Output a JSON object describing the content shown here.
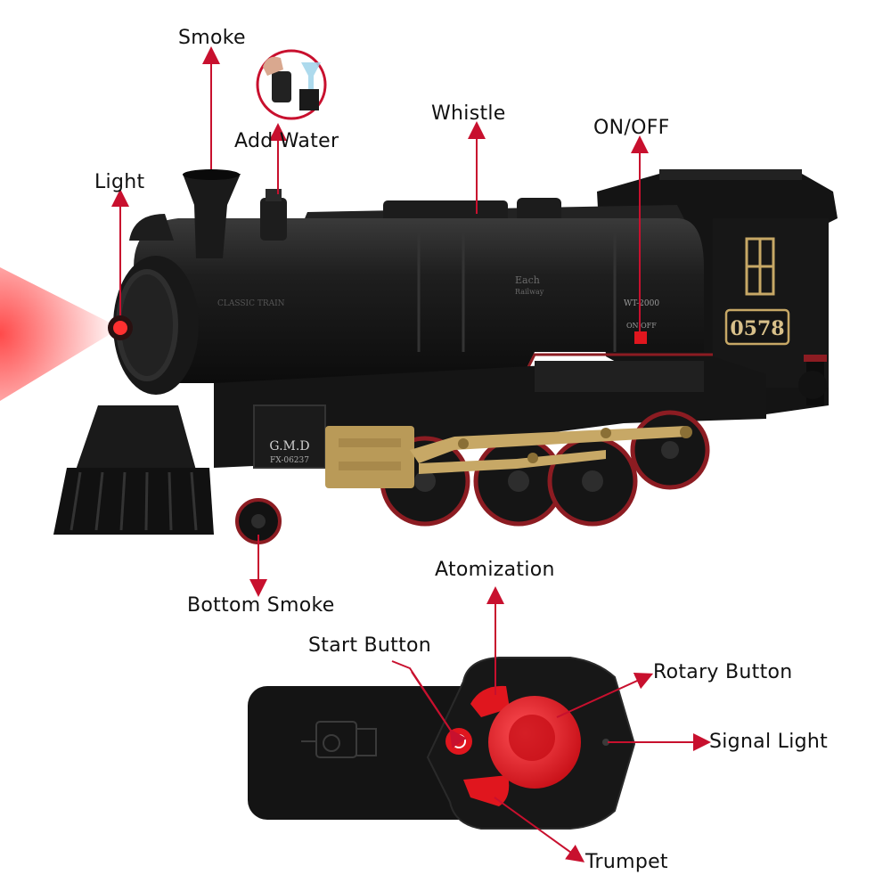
{
  "labels": {
    "smoke": "Smoke",
    "add_water": "Add Water",
    "whistle": "Whistle",
    "on_off": "ON/OFF",
    "light": "Light",
    "bottom_smoke": "Bottom Smoke",
    "atomization": "Atomization",
    "start_button": "Start Button",
    "rotary_button": "Rotary Button",
    "signal_light": "Signal Light",
    "trumpet": "Trumpet"
  },
  "train_markings": {
    "number_plate": "0578",
    "buffer_brand": "G.M.D",
    "buffer_code": "FX-06237",
    "boiler_text": "CLASSIC TRAIN",
    "panel_brand": "Each",
    "panel_brand_sub": "Railway",
    "switch_model": "WT-2000",
    "switch_label": "ON OFF"
  },
  "colors": {
    "arrow_red": "#c8102e",
    "body_black": "#1b1b1b",
    "trim_red": "#8c1c22",
    "gold": "#c7a866",
    "remote_red": "#e0161e"
  }
}
